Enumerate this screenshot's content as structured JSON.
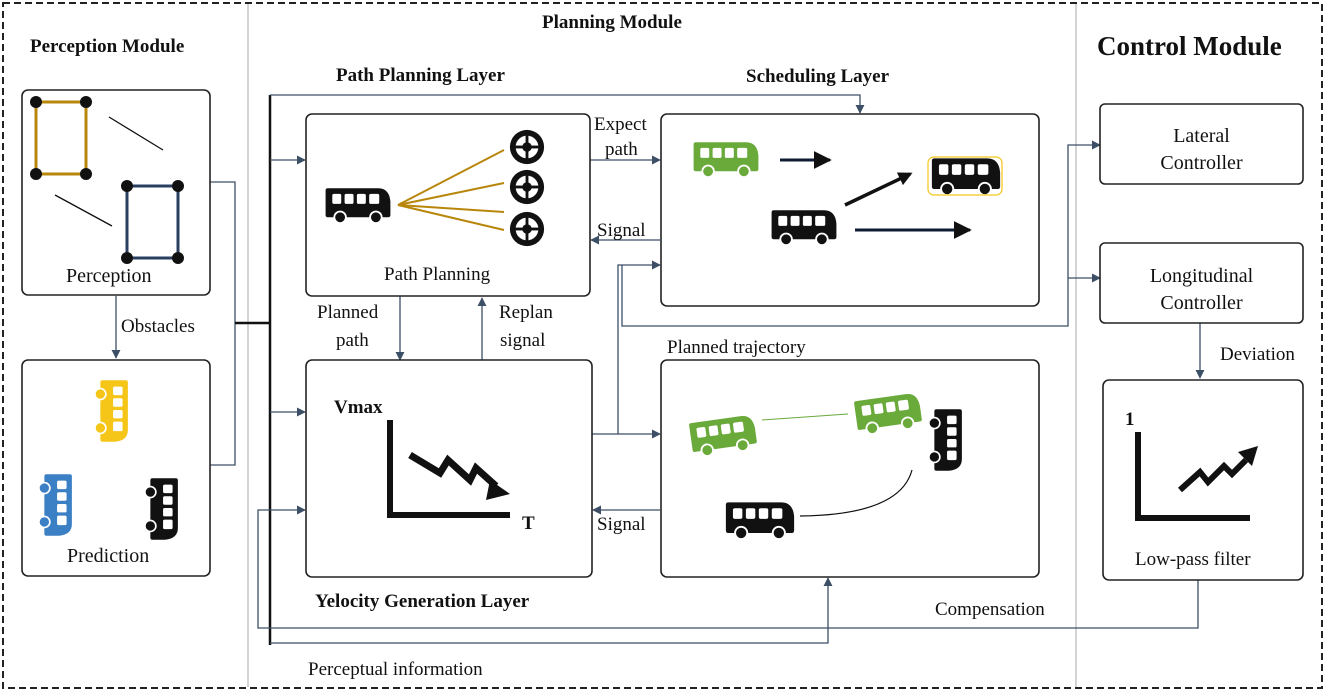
{
  "modules": {
    "perception": "Perception Module",
    "planning": "Planning Module",
    "control": "Control Module"
  },
  "layers": {
    "path_planning": "Path Planning Layer",
    "scheduling": "Scheduling Layer",
    "velocity": "Yelocity Generation Layer"
  },
  "boxes": {
    "perception": "Perception",
    "prediction": "Prediction",
    "path_planning": "Path Planning",
    "lateral_line1": "Lateral",
    "lateral_line2": "Controller",
    "longitudinal_line1": "Longitudinal",
    "longitudinal_line2": "Controller",
    "lowpass": "Low-pass filter",
    "vmax": "Vmax",
    "t_axis": "T",
    "one_axis": "1"
  },
  "edges": {
    "obstacles": "Obstacles",
    "expect_line1": "Expect",
    "expect_line2": "path",
    "signal_top": "Signal",
    "signal_bottom": "Signal",
    "planned_path_line1": "Planned",
    "planned_path_line2": "path",
    "replan_line1": "Replan",
    "replan_line2": "signal",
    "planned_trajectory": "Planned trajectory",
    "deviation": "Deviation",
    "compensation": "Compensation",
    "perceptual_information": "Perceptual information"
  },
  "colors": {
    "bus_green": "#6aaa3a",
    "bus_yellow": "#f5c518",
    "bus_blue": "#3b7fc4",
    "bus_black": "#111111",
    "path_gold": "#b8860b",
    "box_navy": "#2a3f5f",
    "arrow": "#3d4f66"
  }
}
